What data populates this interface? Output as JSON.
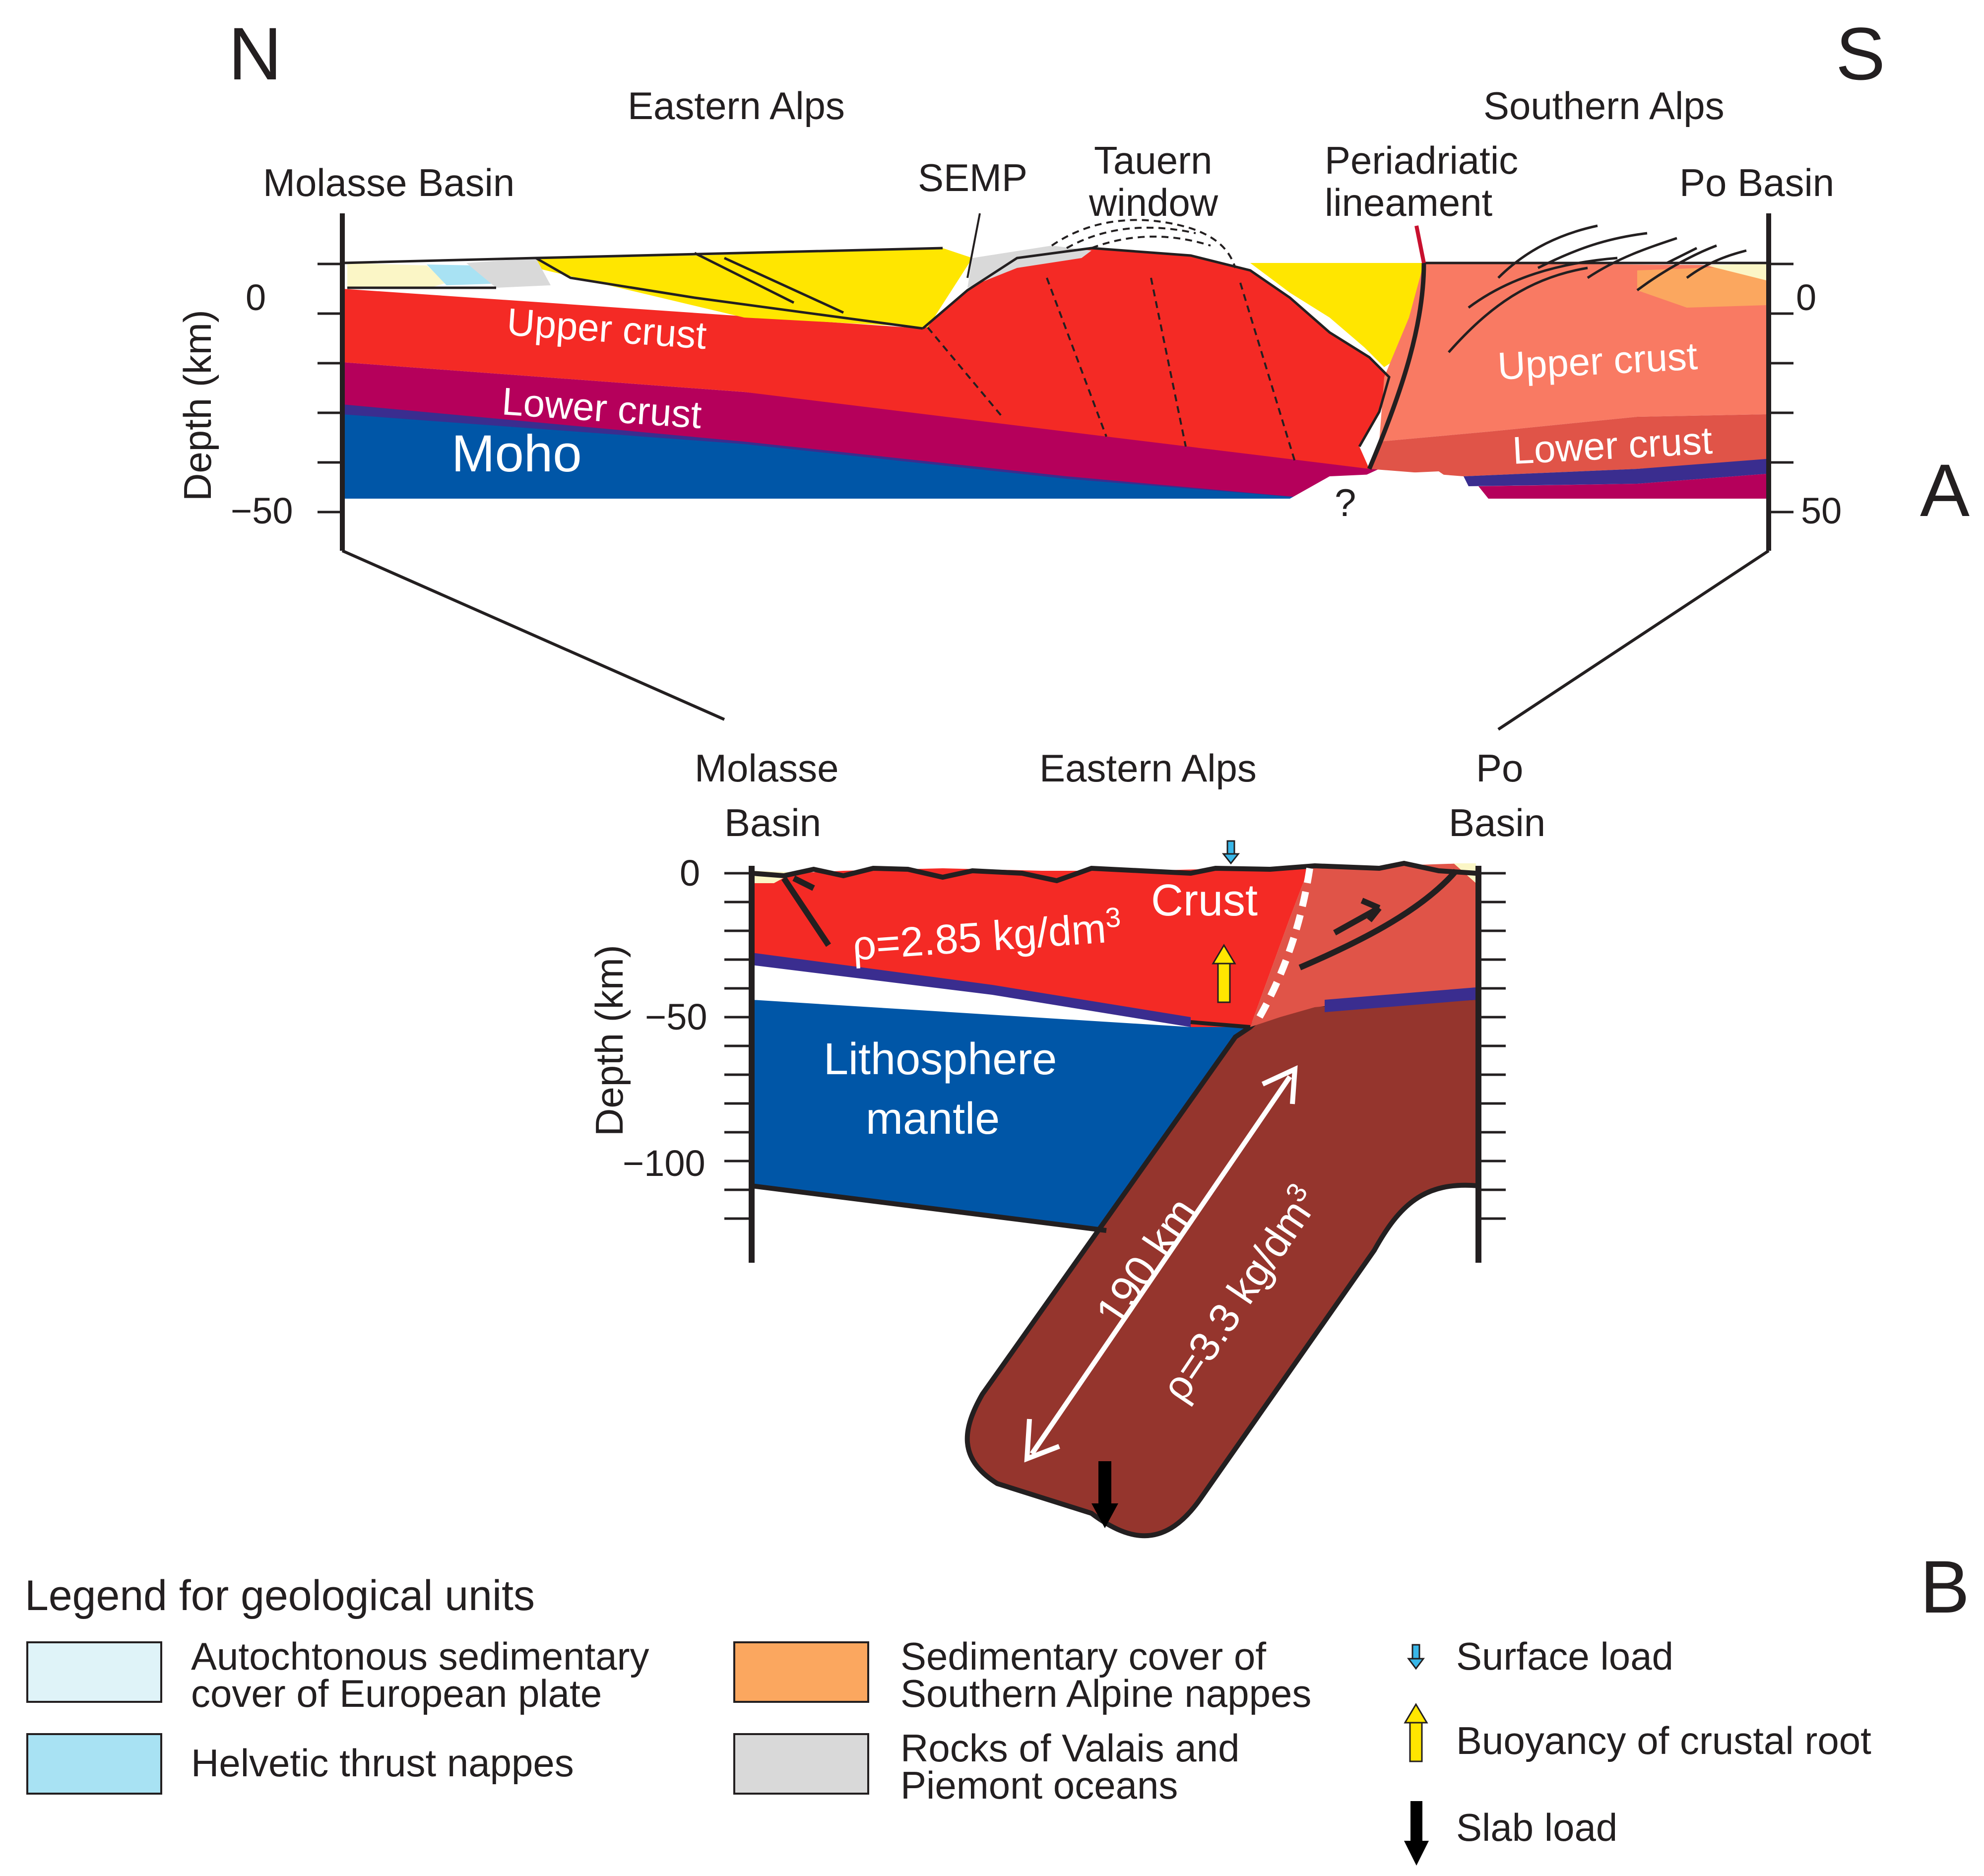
{
  "panel_a": {
    "letter": "A",
    "north": "N",
    "south": "S",
    "region_left": "Eastern Alps",
    "region_right": "Southern Alps",
    "molasse": "Molasse Basin",
    "semp": "SEMP",
    "tauern": [
      "Tauern",
      "window"
    ],
    "periadriatic": [
      "Periadriatic",
      "lineament"
    ],
    "po": "Po Basin",
    "y_axis": "Depth (km)",
    "left_ticks": [
      "0",
      "−50"
    ],
    "right_ticks": [
      "0",
      "50"
    ],
    "upper_crust_n": "Upper crust",
    "lower_crust_n": "Lower crust",
    "moho": "Moho",
    "upper_crust_s": "Upper crust",
    "lower_crust_s": "Lower crust",
    "unknown": "?"
  },
  "panel_b": {
    "letter": "B",
    "molasse": [
      "Molasse",
      "Basin"
    ],
    "eastern_alps": "Eastern Alps",
    "po": [
      "Po",
      "Basin"
    ],
    "y_axis": "Depth (km)",
    "ticks": [
      "0",
      "−50",
      "−100"
    ],
    "crust": "Crust",
    "rho_crust": "ρ=2.85 kg/dm",
    "rho_crust_sup": "3",
    "lithosphere": [
      "Lithosphere",
      "mantle"
    ],
    "slab_length": "190 km",
    "rho_slab": "ρ=3.3 kg/dm",
    "rho_slab_sup": "3"
  },
  "legend": {
    "title": "Legend for geological units",
    "units": [
      {
        "lines": [
          "Autochtonous sedimentary",
          "cover of European plate"
        ],
        "color": "#dff3f8"
      },
      {
        "lines": [
          "Helvetic thrust nappes"
        ],
        "color": "#a8e2f3"
      },
      {
        "lines": [
          "Sedimentary cover of",
          "Southern Alpine nappes"
        ],
        "color": "#fba75f"
      },
      {
        "lines": [
          "Rocks of Valais and",
          "Piemont oceans"
        ],
        "color": "#d9d9d9"
      }
    ],
    "arrows": [
      {
        "label": "Surface load",
        "icon": "blue-down-arrow-icon"
      },
      {
        "label": "Buoyancy of crustal root",
        "icon": "yellow-up-arrow-icon"
      },
      {
        "label": "Slab load",
        "icon": "black-down-arrow-icon"
      }
    ]
  },
  "colors": {
    "upper_crust": "#f42a25",
    "lower_crust": "#b5005b",
    "moho": "#3a2d8f",
    "mantle": "#0056a7",
    "sediment": "#ffe600",
    "southern_upper": "#f97a63",
    "southern_lower": "#e05448",
    "slab": "#95352d"
  }
}
